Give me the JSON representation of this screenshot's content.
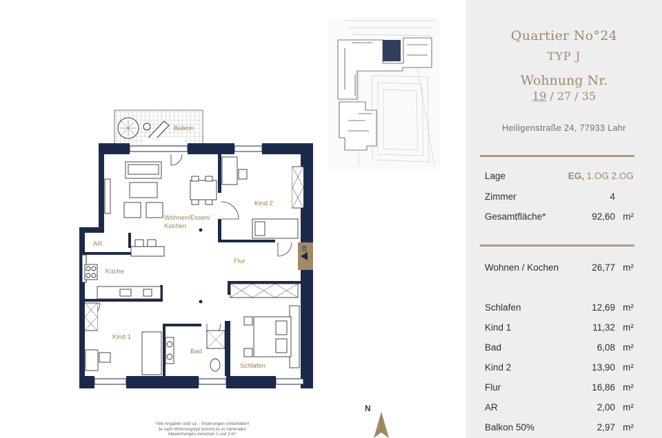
{
  "header": {
    "project": "Quartier No°24",
    "type": "TYP J",
    "apartment_label": "Wohnung Nr.",
    "apartment_numbers": {
      "current": "19",
      "sep1": " / ",
      "n2": "27",
      "sep2": " / ",
      "n3": "35"
    },
    "address": "Heiligenstraße 24, 77933 Lahr"
  },
  "summary": {
    "lage": {
      "label": "Lage",
      "current": "EG,",
      "others": " 1.OG 2.OG"
    },
    "zimmer": {
      "label": "Zimmer",
      "value": "4"
    },
    "flaeche": {
      "label": "Gesamtfläche*",
      "value": "92,60",
      "unit": "m²"
    }
  },
  "rooms_table": [
    {
      "label": "Wohnen / Kochen",
      "value": "26,77",
      "unit": "m²"
    },
    {
      "label": "Schlafen",
      "value": "12,69",
      "unit": "m²"
    },
    {
      "label": "Kind 1",
      "value": "11,32",
      "unit": "m²"
    },
    {
      "label": "Bad",
      "value": "6,08",
      "unit": "m²"
    },
    {
      "label": "Kind 2",
      "value": "13,90",
      "unit": "m²"
    },
    {
      "label": "Flur",
      "value": "16,86",
      "unit": "m²"
    },
    {
      "label": "AR",
      "value": "2,00",
      "unit": "m²"
    },
    {
      "label": "Balkon 50%",
      "value": "2,97",
      "unit": "m²"
    }
  ],
  "plan": {
    "rooms": {
      "balkon": "Balkon",
      "wohnen1": "Wohnen/Essen/",
      "wohnen2": "Kochen",
      "kind2": "Kind 2",
      "ar": "AR",
      "kueche": "Küche",
      "flur": "Flur",
      "kind1": "Kind 1",
      "bad": "Bad",
      "schlafen": "Schlafen"
    },
    "unit_badge": "19",
    "north": "N",
    "disclaimer": [
      "*Alle Angaben sind ca. - Änderungen vorbehalten!",
      "Je nach Wohnungstyp kommt es zu minimalen",
      "Abweichungen zwischen 1 und 3 m²"
    ]
  },
  "colors": {
    "wall": "#1b2a4a",
    "accent": "#a08a66",
    "panel": "#eeeeef"
  }
}
